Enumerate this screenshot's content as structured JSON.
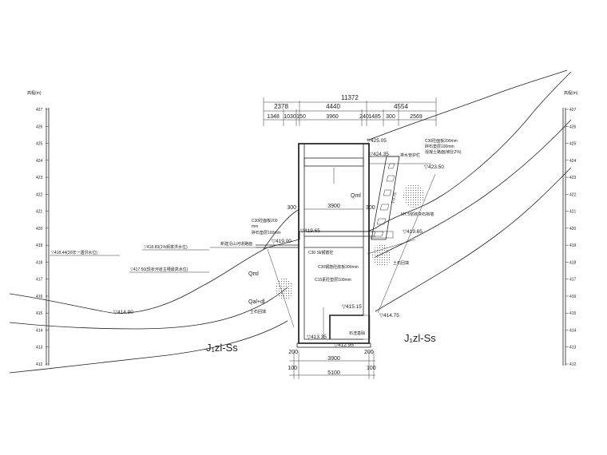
{
  "scale": {
    "title": "高程(m)",
    "ticks": [
      "427",
      "426",
      "425",
      "424",
      "423",
      "422",
      "421",
      "420",
      "419",
      "418",
      "417",
      "416",
      "415",
      "414",
      "413",
      "412"
    ]
  },
  "dimensions": {
    "total": "11372",
    "row1": [
      "2378",
      "4440",
      "4554"
    ],
    "row2": [
      "1348",
      "1030",
      "150",
      "3960",
      "240",
      "1485",
      "300",
      "2569"
    ],
    "bottom_inner": "3900",
    "bottom_total": "5100",
    "bottom_left_a": "200",
    "bottom_left_b": "100",
    "bottom_right_a": "200",
    "bottom_right_b": "100",
    "top_inner": "3900",
    "side_left": "300",
    "side_right": "300"
  },
  "elevations": {
    "e42505": "▽425.05",
    "e42435": "▽424.35",
    "e42350": "▽423.50",
    "e41965": "▽419.65",
    "e41965b": "▽419.65",
    "e41900": "▽419.00",
    "e41844": "▽418.44(30年一遇洪水位)",
    "e41883": "▽418.83(1%频率洪水位)",
    "e41750": "▽417.50(现状河道主槽最高水位)",
    "e41490": "▽414.90",
    "e41515": "▽415.15",
    "e41475": "▽414.75",
    "e41335": "▽413.35",
    "e41295": "▽412.95"
  },
  "labels": {
    "c30_top": "C30砼面板200mm",
    "c30_top_2": "碎石垫层100mm",
    "c30_top_3": "混凝土路面(坡比2%)",
    "drain_pipe": "排水管护栏",
    "slope_ratio": "1:0.75",
    "stone_wall": "M7.5浆砌块石挡墙",
    "c30_left": "C30砼面板200",
    "c30_left_2": "mm",
    "c30_left_3": "碎石垫层100mm",
    "c30_mid": "C30 Sk钢筋砼",
    "c30_low": "C30钢筋砼底板300mm",
    "c30_low_2": "C15素砼垫层100mm",
    "road_left": "新建沿山河道路面",
    "backfill": "土石回填",
    "backfill_2": "土石回填",
    "foundation": "石渣基础",
    "q_upper": "Qml",
    "q_lower": "Qal+dl",
    "rock_left": "J₁zl-Ss",
    "rock_right": "J₁zl-Ss"
  }
}
